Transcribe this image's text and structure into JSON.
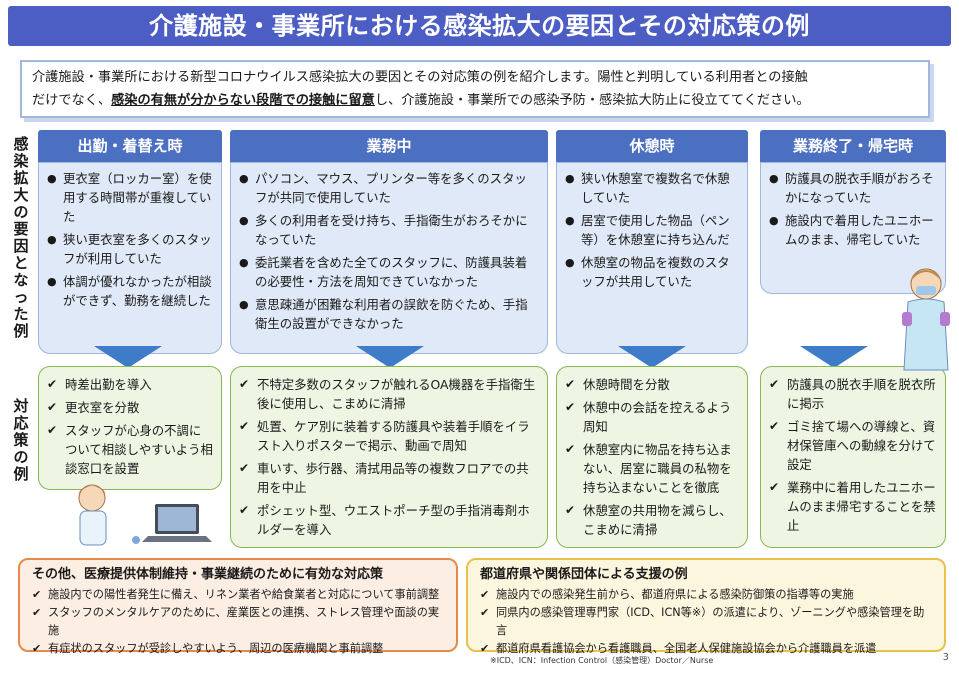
{
  "title": "介護施設・事業所における感染拡大の要因とその対応策の例",
  "intro": {
    "line1": "介護施設・事業所における新型コロナウイルス感染拡大の要因とその対応策の例を紹介します。陽性と判明している利用者との接触",
    "line2_pre": "だけでなく、",
    "line2_bold": "感染の有無が分からない段階での接触に留意",
    "line2_post": "し、介護施設・事業所での感染予防・感染拡大防止に役立ててください。"
  },
  "side_labels": {
    "causes": "感染拡大の要因となった例",
    "measures": "対応策の例"
  },
  "phases": [
    {
      "title": "出勤・着替え時",
      "causes": [
        "更衣室（ロッカー室）を使用する時間帯が重複していた",
        "狭い更衣室を多くのスタッフが利用していた",
        "体調が優れなかったが相談ができず、勤務を継続した"
      ],
      "measures": [
        "時差出勤を導入",
        "更衣室を分散",
        "スタッフが心身の不調について相談しやすいよう相談窓口を設置"
      ]
    },
    {
      "title": "業務中",
      "causes": [
        "パソコン、マウス、プリンター等を多くのスタッフが共同で使用していた",
        "多くの利用者を受け持ち、手指衛生がおろそかになっていた",
        "委託業者を含めた全てのスタッフに、防護具装着の必要性・方法を周知できていなかった",
        "意思疎通が困難な利用者の誤飲を防ぐため、手指衛生の設置ができなかった"
      ],
      "measures": [
        "不特定多数のスタッフが触れるOA機器を手指衛生後に使用し、こまめに清掃",
        "処置、ケア別に装着する防護具や装着手順をイラスト入りポスターで掲示、動画で周知",
        "車いす、歩行器、清拭用品等の複数フロアでの共用を中止",
        "ポシェット型、ウエストポーチ型の手指消毒剤ホルダーを導入"
      ]
    },
    {
      "title": "休憩時",
      "causes": [
        "狭い休憩室で複数名で休憩していた",
        "居室で使用した物品（ペン等）を休憩室に持ち込んだ",
        "休憩室の物品を複数のスタッフが共用していた"
      ],
      "measures": [
        "休憩時間を分散",
        "休憩中の会話を控えるよう周知",
        "休憩室内に物品を持ち込まない、居室に職員の私物を持ち込まないことを徹底",
        "休憩室の共用物を減らし、こまめに清掃"
      ]
    },
    {
      "title": "業務終了・帰宅時",
      "causes": [
        "防護具の脱衣手順がおろそかになっていた",
        "施設内で着用したユニホームのまま、帰宅していた"
      ],
      "measures": [
        "防護具の脱衣手順を脱衣所に掲示",
        "ゴミ捨て場への導線と、資材保管庫への動線を分けて設定",
        "業務中に着用したユニホームのまま帰宅することを禁止"
      ]
    }
  ],
  "other": {
    "title": "その他、医療提供体制維持・事業継続のために有効な対応策",
    "items": [
      "施設内での陽性者発生に備え、リネン業者や給食業者と対応について事前調整",
      "スタッフのメンタルケアのために、産業医との連携、ストレス管理や面談の実施",
      "有症状のスタッフが受診しやすいよう、周辺の医療機関と事前調整"
    ]
  },
  "support": {
    "title": "都道府県や関係団体による支援の例",
    "items": [
      "施設内での感染発生前から、都道府県による感染防御策の指導等の実施",
      "同県内の感染管理専門家（ICD、ICN等※）の派遣により、ゾーニングや感染管理を助言",
      "都道府県看護協会から看護職員、全国老人保健施設協会から介護職員を派遣"
    ]
  },
  "footnote": "※ICD、ICN：Infection Control（感染管理）Doctor／Nurse",
  "page_number": "3",
  "colors": {
    "header": "#4c5dc4",
    "phase_title": "#4b6fc1",
    "cause_bg": "#dfe9f7",
    "measure_bg": "#eef5e3",
    "measure_border": "#88b94f",
    "other_bg": "#fdeee3",
    "other_border": "#e58a4a",
    "support_bg": "#fdf6df",
    "support_border": "#e9c04a"
  }
}
